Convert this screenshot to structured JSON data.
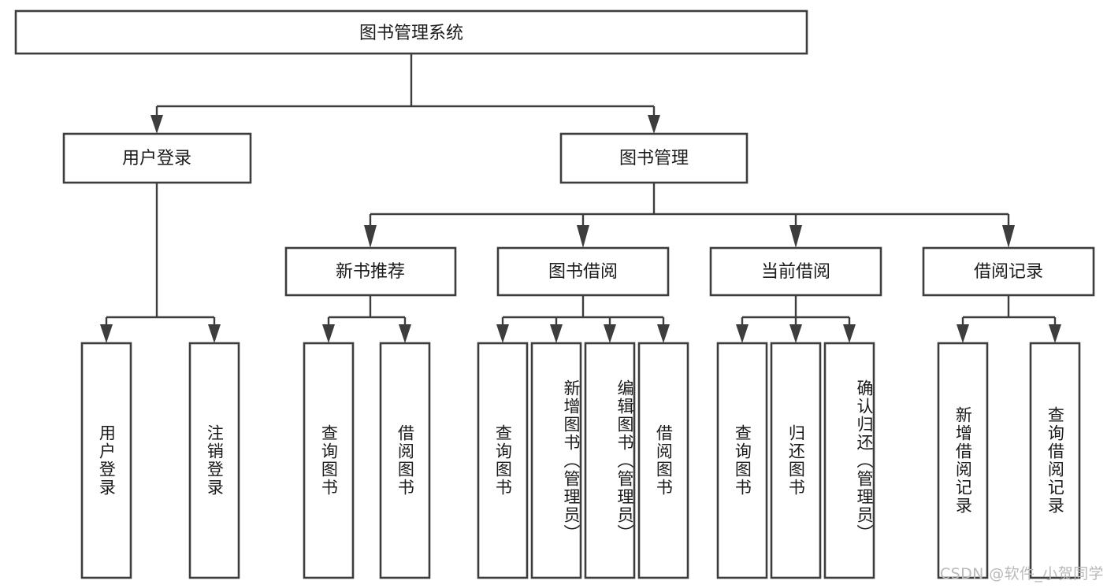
{
  "diagram": {
    "type": "tree",
    "title": "图书管理系统",
    "orientation": "top-down",
    "colors": {
      "box_stroke": "#3d3d3d",
      "box_fill": "#ffffff",
      "connector": "#3d3d3d",
      "text": "#1a1a1a",
      "watermark": "#b9b9b9",
      "background": "#ffffff"
    },
    "root": {
      "label": "图书管理系统"
    },
    "level2": [
      {
        "label": "用户登录"
      },
      {
        "label": "图书管理"
      }
    ],
    "level3": [
      {
        "label": "新书推荐"
      },
      {
        "label": "图书借阅"
      },
      {
        "label": "当前借阅"
      },
      {
        "label": "借阅记录"
      }
    ],
    "leaves": {
      "user_login": [
        {
          "label": "用户登录"
        },
        {
          "label": "注销登录"
        }
      ],
      "new_book_recommend": [
        {
          "label": "查询图书"
        },
        {
          "label": "借阅图书"
        }
      ],
      "book_borrow": [
        {
          "label": "查询图书"
        },
        {
          "label": "新增图书（管理员）"
        },
        {
          "label": "编辑图书（管理员）"
        },
        {
          "label": "借阅图书"
        }
      ],
      "current_borrow": [
        {
          "label": "查询图书"
        },
        {
          "label": "归还图书"
        },
        {
          "label": "确认归还（管理员）"
        }
      ],
      "borrow_record": [
        {
          "label": "新增借阅记录"
        },
        {
          "label": "查询借阅记录"
        }
      ]
    }
  },
  "watermark": {
    "text": "CSDN @软件_小贺同学"
  }
}
